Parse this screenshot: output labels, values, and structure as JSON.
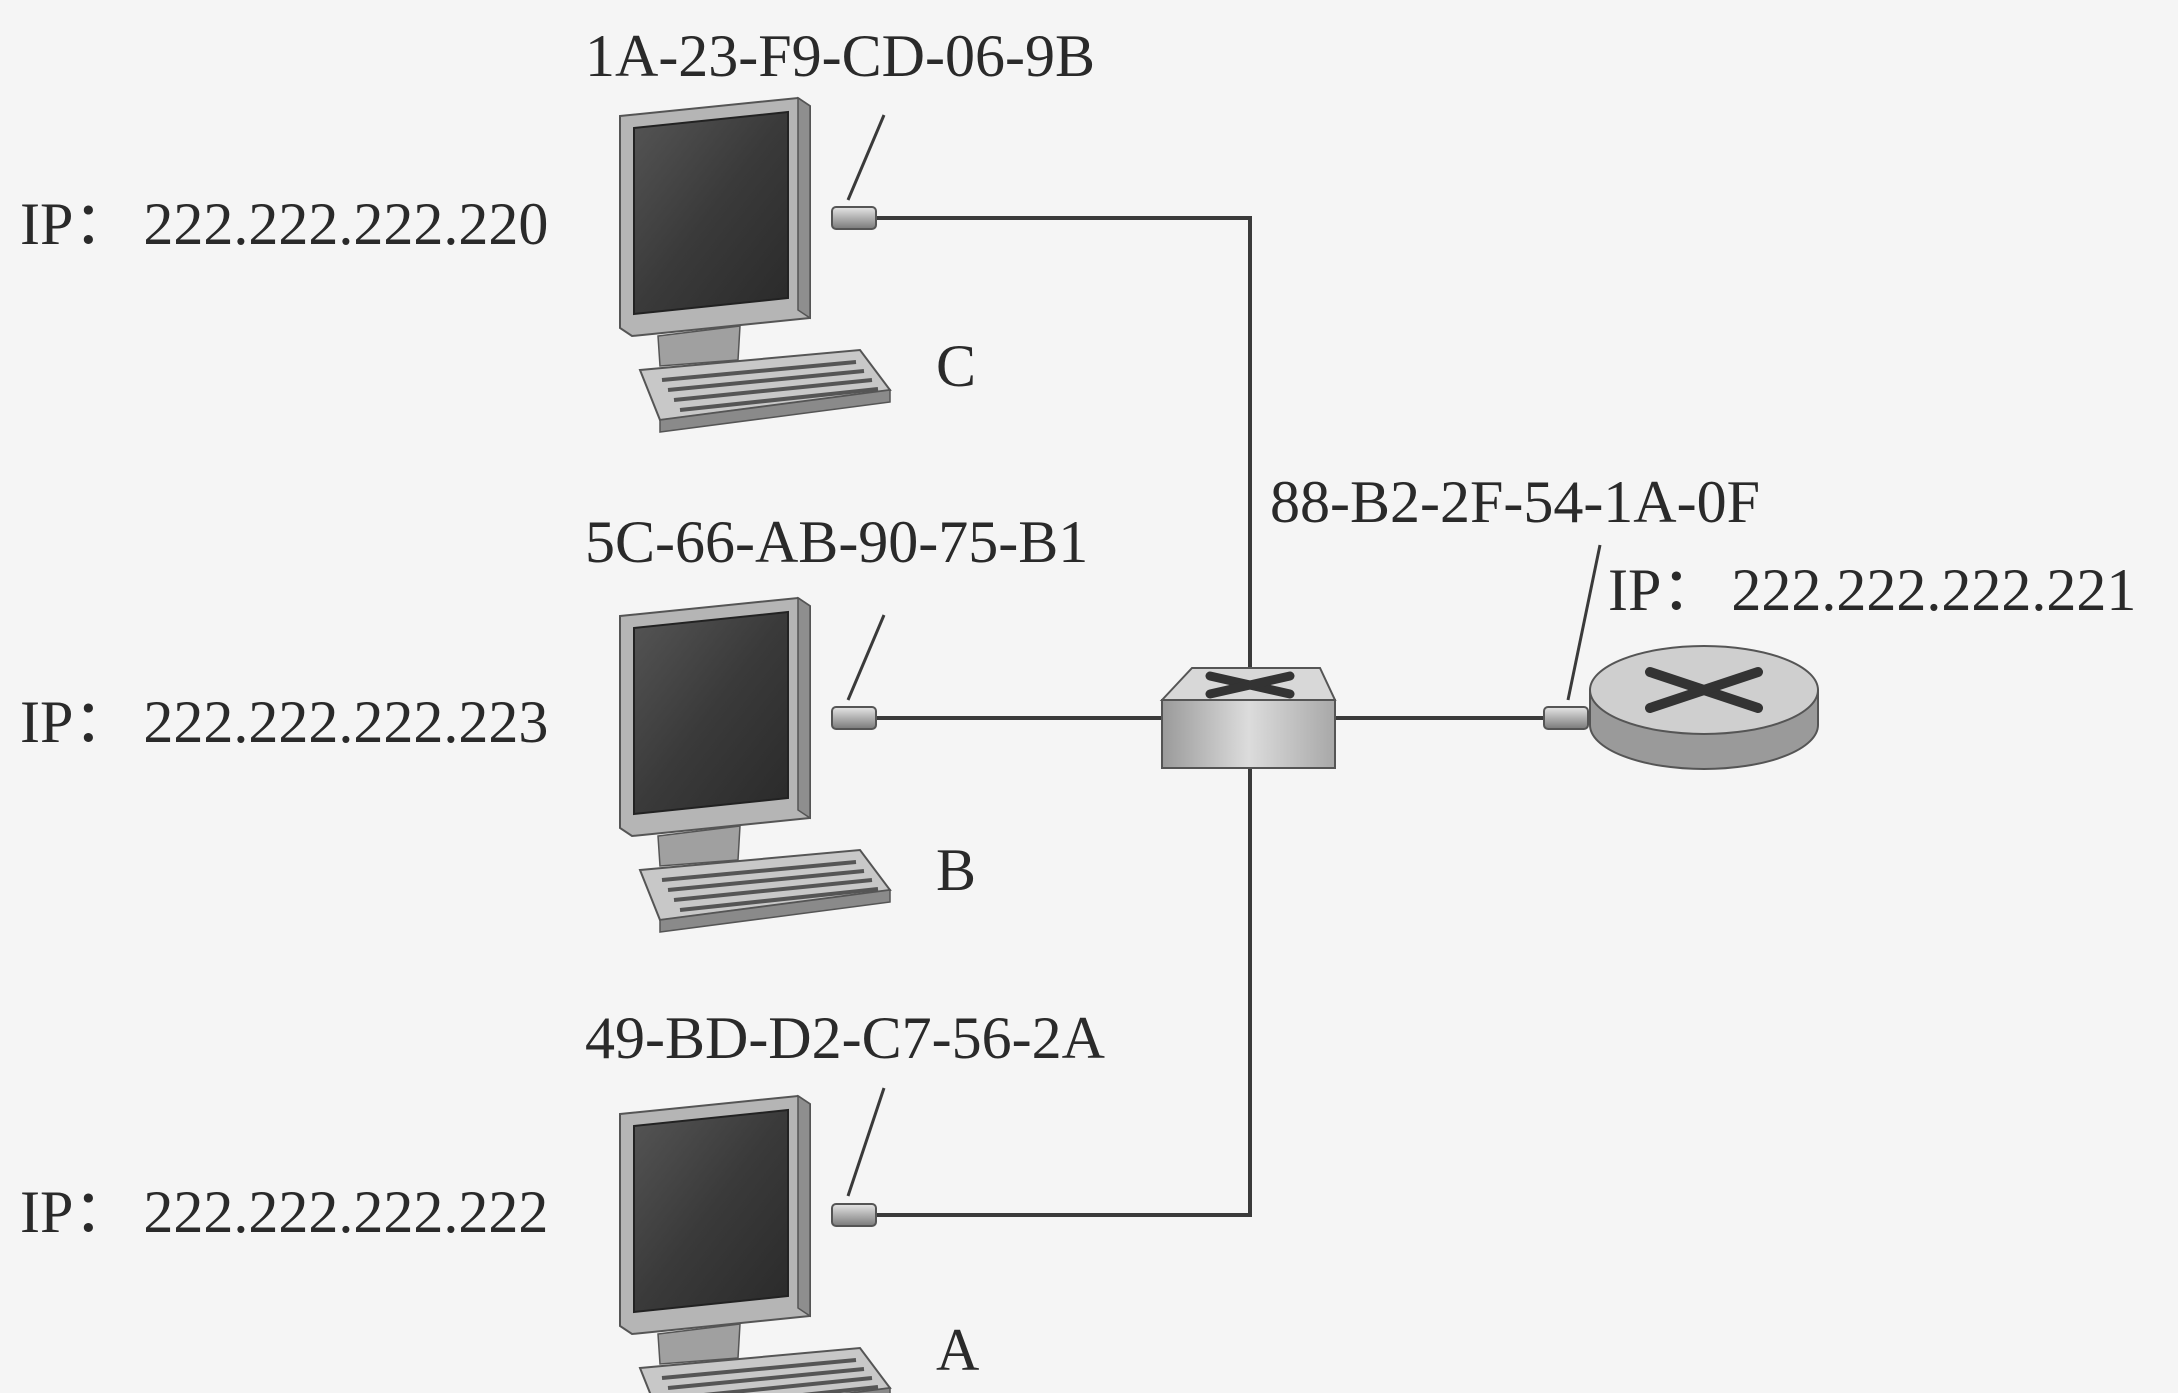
{
  "hosts": {
    "c": {
      "name": "C",
      "ip_label": "IP：",
      "ip": "222.222.222.220",
      "mac": "1A-23-F9-CD-06-9B"
    },
    "b": {
      "name": "B",
      "ip_label": "IP：",
      "ip": "222.222.222.223",
      "mac": "5C-66-AB-90-75-B1"
    },
    "a": {
      "name": "A",
      "ip_label": "IP：",
      "ip": "222.222.222.222",
      "mac": "49-BD-D2-C7-56-2A"
    }
  },
  "router": {
    "ip_label": "IP：",
    "ip": "222.222.222.221",
    "mac": "88-B2-2F-54-1A-0F"
  },
  "colors": {
    "background": "#f5f5f5",
    "line": "#3a3a3a",
    "screen": "#3b3b3b",
    "device_body": "#bfbfbf"
  },
  "icons": {
    "computer": "desktop-computer-icon",
    "switch": "switch-icon",
    "router": "router-icon"
  }
}
